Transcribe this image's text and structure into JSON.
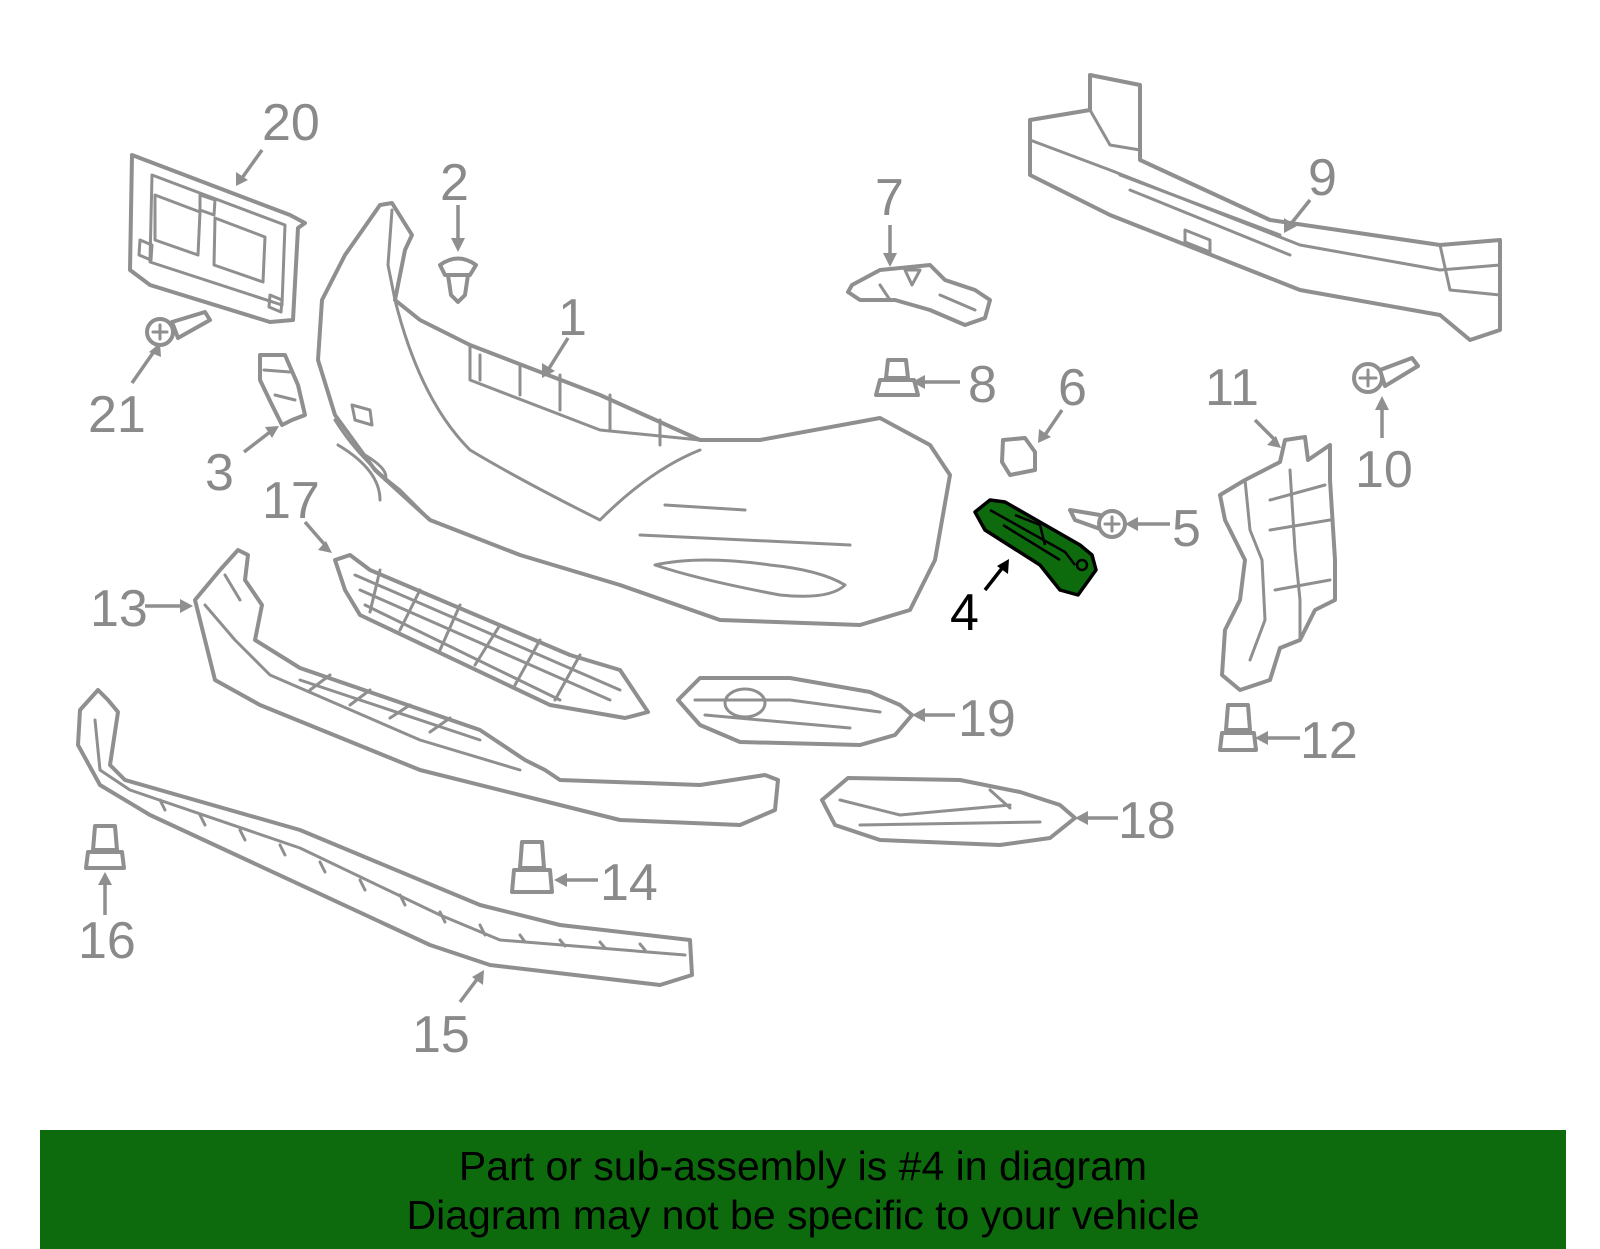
{
  "callouts": {
    "c1": "1",
    "c2": "2",
    "c3": "3",
    "c4": "4",
    "c5": "5",
    "c6": "6",
    "c7": "7",
    "c8": "8",
    "c9": "9",
    "c10": "10",
    "c11": "11",
    "c12": "12",
    "c13": "13",
    "c14": "14",
    "c15": "15",
    "c16": "16",
    "c17": "17",
    "c18": "18",
    "c19": "19",
    "c20": "20",
    "c21": "21"
  },
  "highlighted_part": "4",
  "colors": {
    "highlight": "#0d6b0d",
    "parts": "#8f8f8f",
    "banner": "#0d6b0d"
  },
  "banner": {
    "line1": "Part or sub-assembly is #4 in diagram",
    "line2": "Diagram may not be specific to your vehicle"
  }
}
